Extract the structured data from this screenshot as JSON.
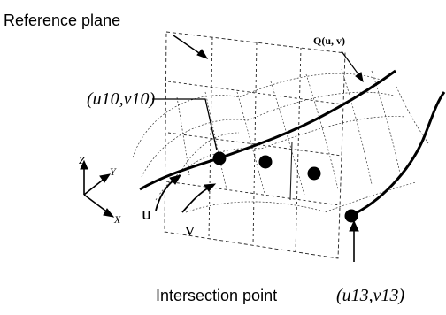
{
  "labels": {
    "reference_plane": "Reference plane",
    "surface_point": "Q(u, v)",
    "point_u10_v10": "(u10,v10)",
    "u_direction": "u",
    "v_direction": "v",
    "intersection_caption": "Intersection point",
    "point_u13_v13": "(u13,v13)"
  },
  "axes": {
    "z": "Z",
    "y": "Y",
    "x": "X"
  }
}
